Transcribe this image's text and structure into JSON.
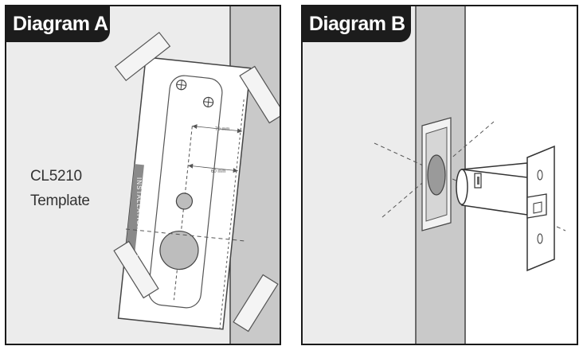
{
  "diagram_a": {
    "title": "Diagram A",
    "template_model": "CL5210",
    "template_label": "Template",
    "strip_text": "INSTALLATION TEMPL",
    "dim_upper": "70 mm",
    "dim_lower": "60 mm"
  },
  "diagram_b": {
    "title": "Diagram B"
  },
  "colors": {
    "frame": "#1a1a1a",
    "tab_bg": "#1c1c1c",
    "wall": "#ececec",
    "door_edge": "#c9c9c9",
    "hole_fill": "#bdbdbd"
  }
}
